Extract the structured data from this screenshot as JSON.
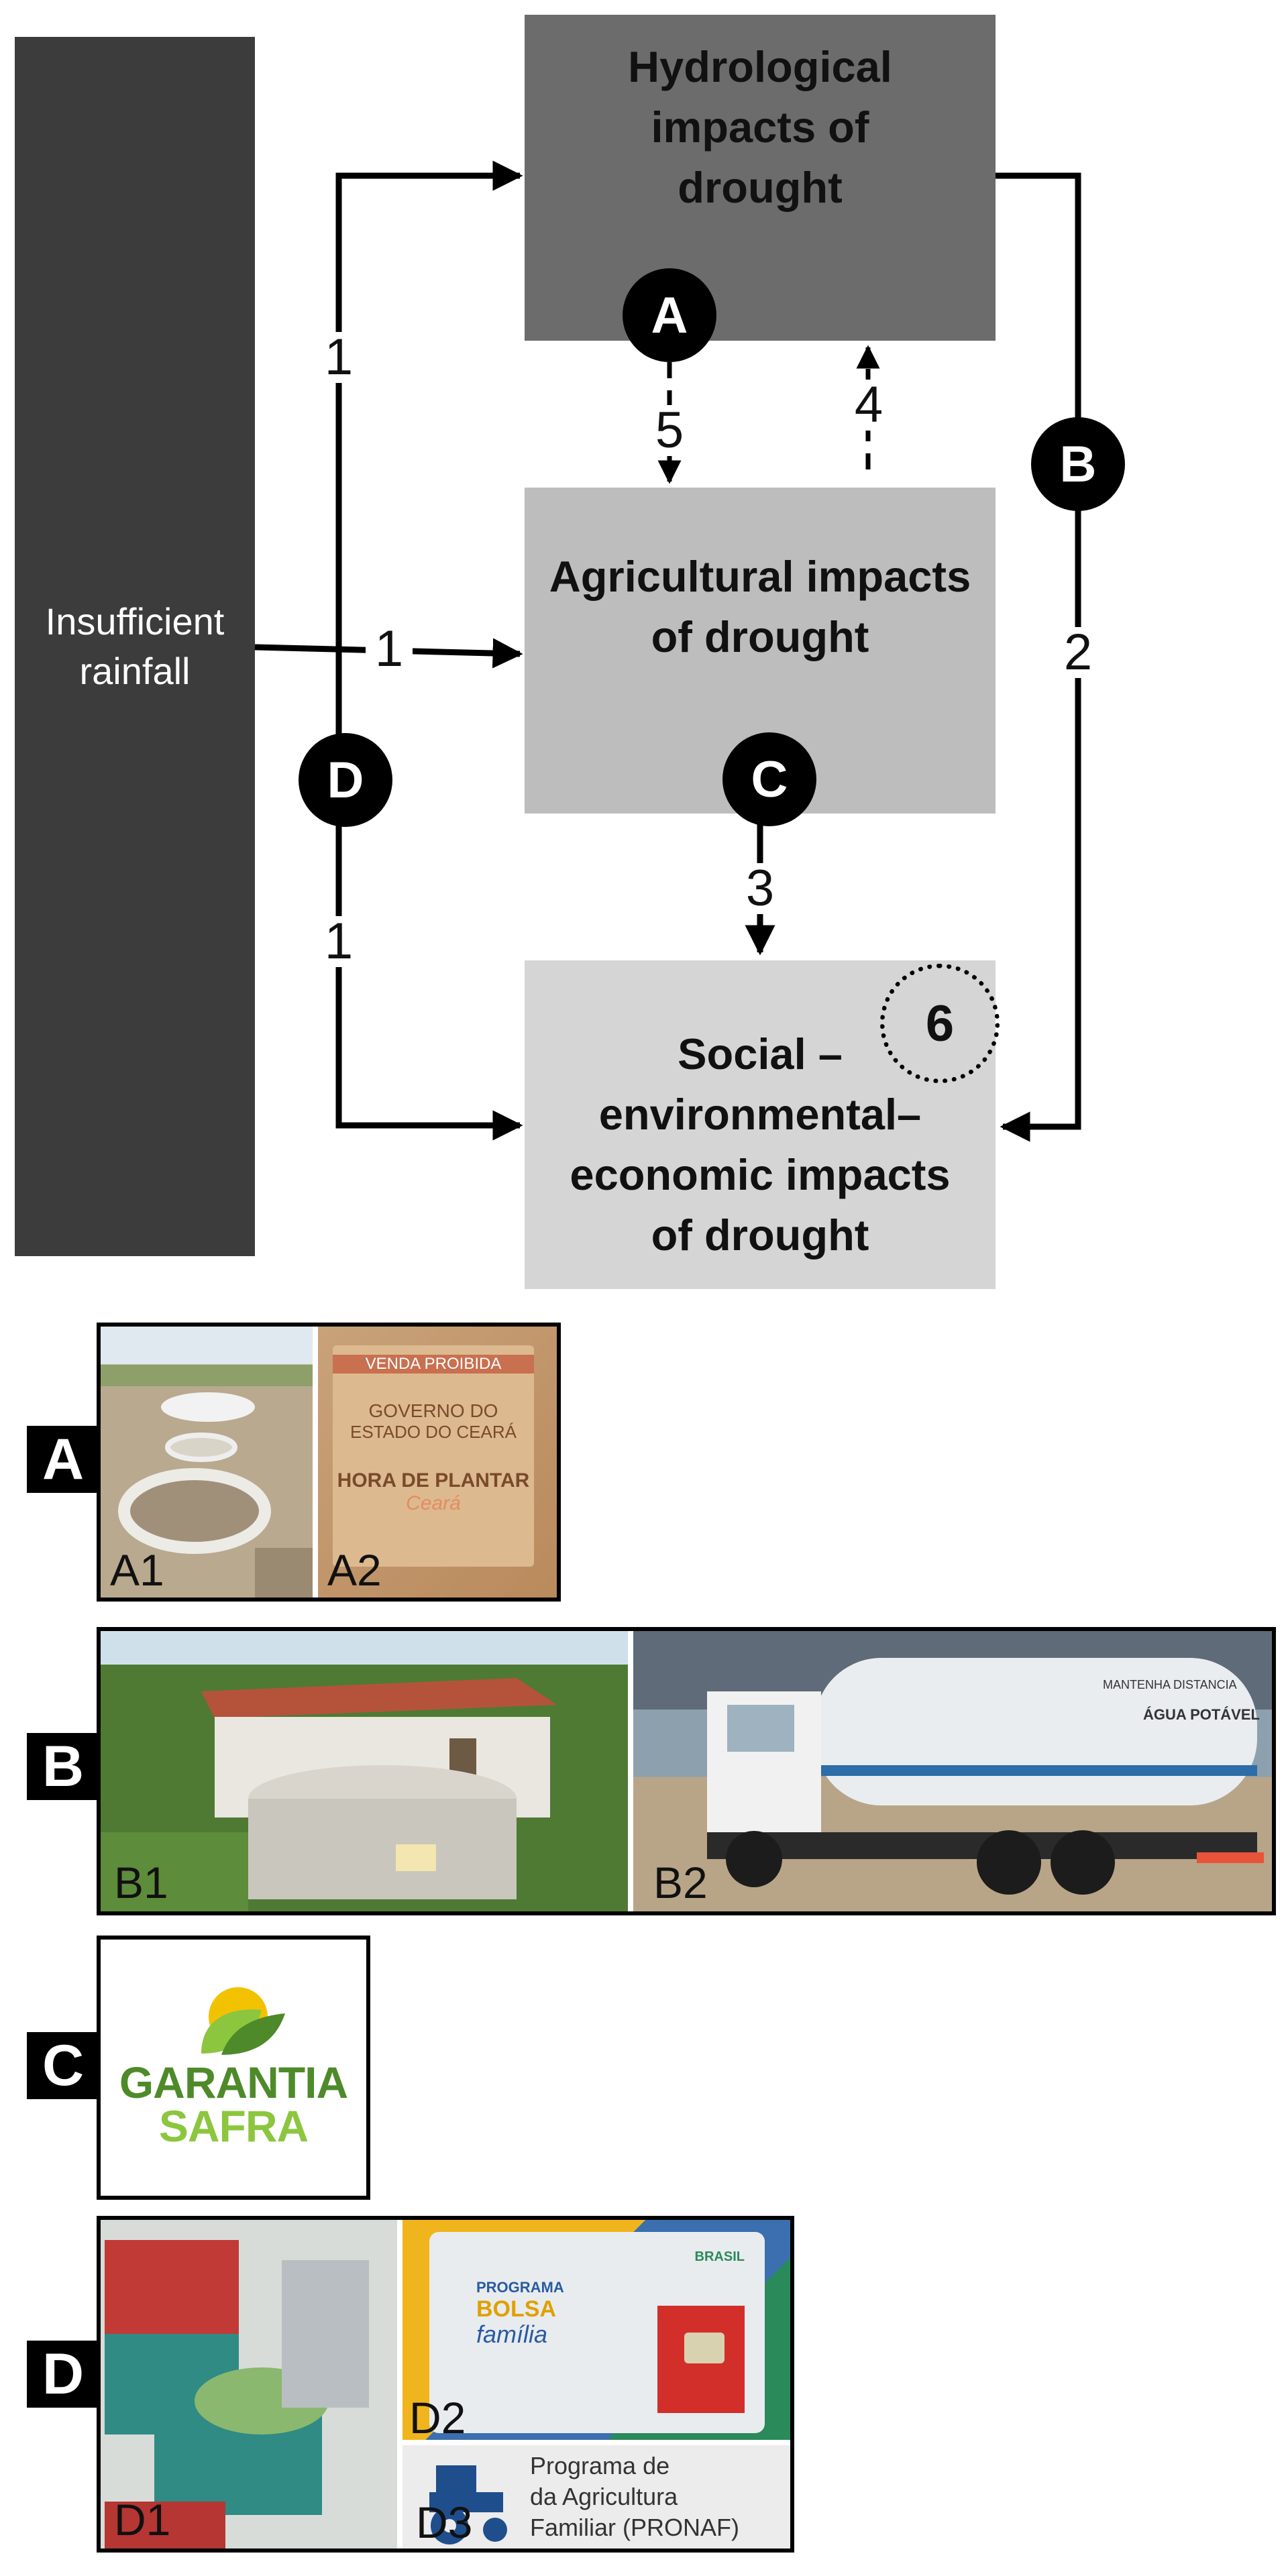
{
  "diagram": {
    "driver": "Insufficient rainfall",
    "boxes": {
      "hydrological": "Hydrological impacts of drought",
      "agricultural": "Agricultural impacts of drought",
      "social": "Social – environmental– economic impacts of drought"
    },
    "nodes": {
      "a": "A",
      "b": "B",
      "c": "C",
      "d": "D"
    },
    "numbers": {
      "n1": "1",
      "n2": "2",
      "n3": "3",
      "n4": "4",
      "n5": "5",
      "n6": "6"
    }
  },
  "panels": {
    "a": {
      "tag": "A",
      "photo1": "A1",
      "photo2": "A2",
      "bag_text": [
        "VENDA PROIBIDA",
        "GOVERNO DO",
        "ESTADO DO CEARÁ",
        "HORA DE PLANTAR",
        "Ceará"
      ]
    },
    "b": {
      "tag": "B",
      "photo1": "B1",
      "photo2": "B2",
      "truck_text": [
        "MANTENHA DISTANCIA",
        "ÁGUA POTÁVEL"
      ]
    },
    "c": {
      "tag": "C",
      "logo_line1": "GARANTIA",
      "logo_line2": "SAFRA"
    },
    "d": {
      "tag": "D",
      "photo1": "D1",
      "photo2": "D2",
      "photo3": "D3",
      "card_text": [
        "PROGRAMA",
        "BOLSA",
        "família",
        "BRASIL"
      ],
      "pronaf_text": [
        "Programa de",
        "da Agricultura",
        "Familiar (PRONAF)"
      ]
    }
  },
  "colors": {
    "driver": "#3c3c3c",
    "hydrological": "#6c6c6c",
    "agricultural": "#bdbdbd",
    "social": "#d5d5d5",
    "logo_green": "#4e8a2a",
    "logo_light_green": "#8cc63f",
    "logo_yellow": "#f2c200"
  }
}
